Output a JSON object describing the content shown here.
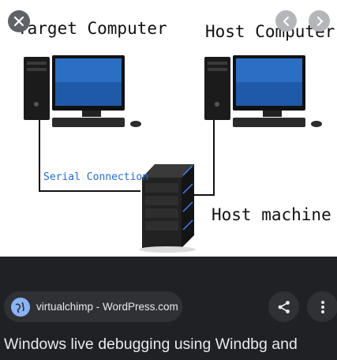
{
  "image": {
    "target_label": "Target Computer",
    "host_label": "Host Computer",
    "host_machine_label": "Host machine",
    "serial_label": "Serial Connection"
  },
  "controls": {
    "close_icon": "close-icon",
    "prev_icon": "chevron-left-icon",
    "next_icon": "chevron-right-icon"
  },
  "source": {
    "icon": "globe-icon",
    "text": "virtualchimp - WordPress.com"
  },
  "actions": {
    "share_icon": "share-icon",
    "more_icon": "more-vertical-icon"
  },
  "caption": "Windows live debugging using Windbg and",
  "colors": {
    "background": "#202124",
    "pill": "#303134",
    "text": "#e8eaed",
    "accent": "#8ab4f8",
    "serial_text": "#1e6fd9"
  }
}
